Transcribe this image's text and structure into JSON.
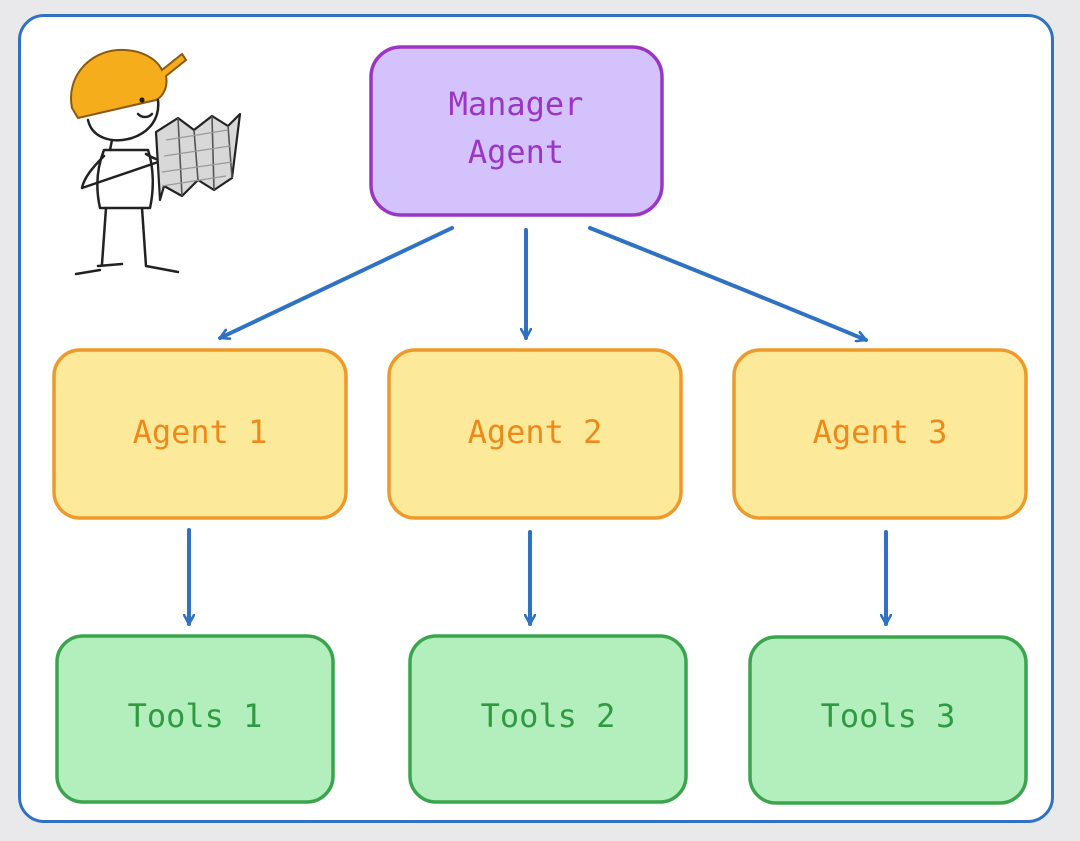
{
  "colors": {
    "frame": "#2f72c4",
    "edge": "#2f72c4",
    "manager_fill": "#d3c2fb",
    "manager_stroke": "#9b35c4",
    "manager_text": "#9b35c4",
    "agent_fill": "#fde99a",
    "agent_stroke": "#ee9a2a",
    "agent_text": "#ee8a1a",
    "tools_fill": "#b2efbc",
    "tools_stroke": "#3aa54c",
    "tools_text": "#2f9a42",
    "helmet": "#f6ad1c"
  },
  "illustration": {
    "icon": "construction-worker-with-map-icon"
  },
  "manager": {
    "line1": "Manager",
    "line2": "Agent"
  },
  "agents": [
    {
      "label": "Agent 1"
    },
    {
      "label": "Agent 2"
    },
    {
      "label": "Agent 3"
    }
  ],
  "tools": [
    {
      "label": "Tools 1"
    },
    {
      "label": "Tools 2"
    },
    {
      "label": "Tools 3"
    }
  ]
}
